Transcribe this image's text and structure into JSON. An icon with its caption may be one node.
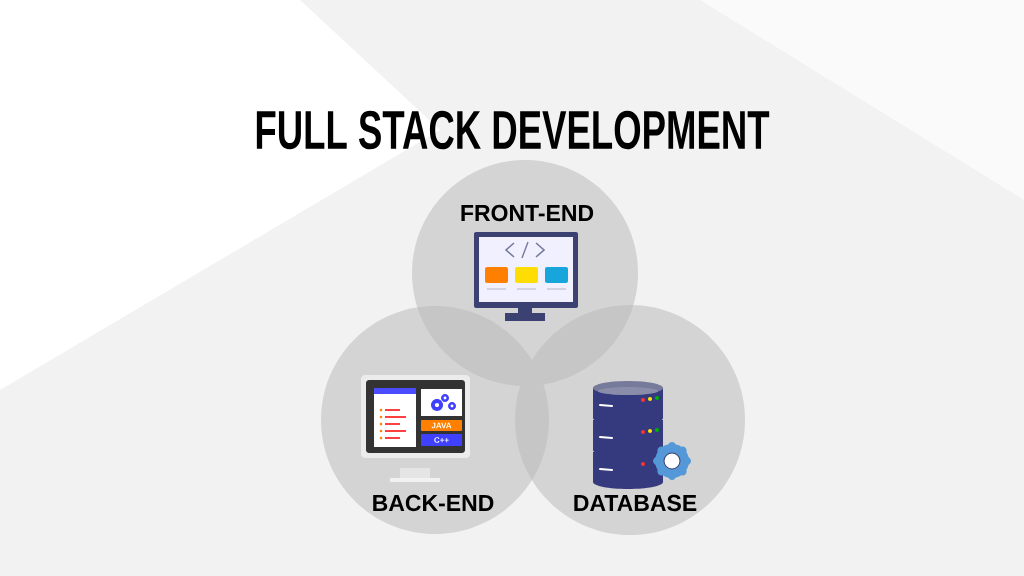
{
  "diagram": {
    "title": "FULL STACK DEVELOPMENT",
    "nodes": [
      {
        "text": [
          "FRONT-END"
        ]
      },
      {
        "text": [
          "BACK-END"
        ]
      },
      {
        "text": [
          "DATABASE"
        ]
      }
    ],
    "labels": [
      "JAVA",
      "C++"
    ]
  }
}
